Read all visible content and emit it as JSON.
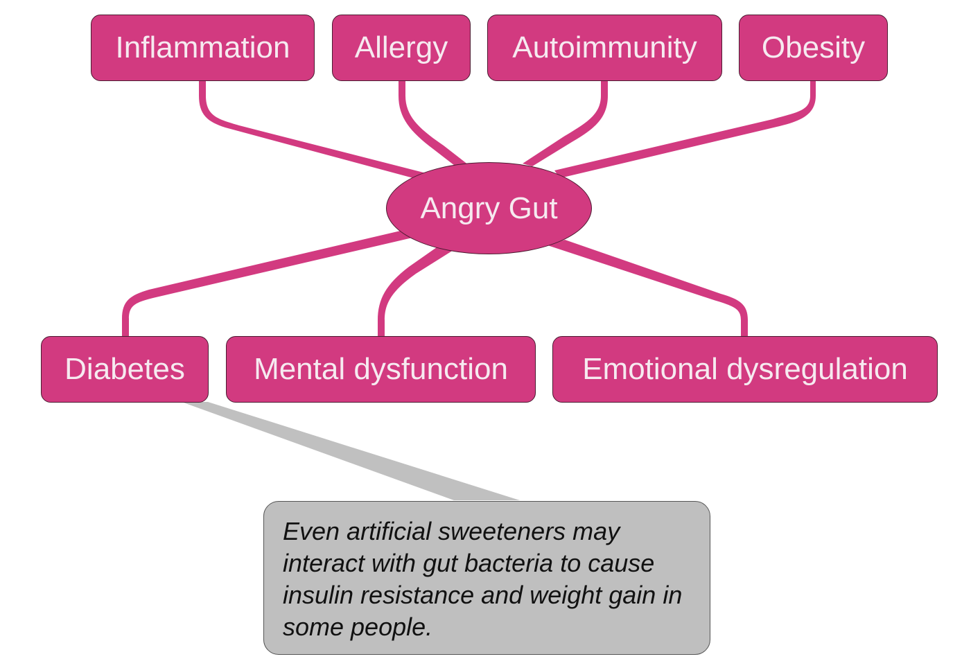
{
  "diagram": {
    "center": {
      "label": "Angry Gut"
    },
    "top_nodes": [
      {
        "label": "Inflammation"
      },
      {
        "label": "Allergy"
      },
      {
        "label": "Autoimmunity"
      },
      {
        "label": "Obesity"
      }
    ],
    "bottom_nodes": [
      {
        "label": "Diabetes"
      },
      {
        "label": "Mental dysfunction"
      },
      {
        "label": "Emotional dysregulation"
      }
    ],
    "callout": {
      "text": "Even artificial sweeteners may interact with gut bacteria to cause insulin resistance and weight gain in some people.",
      "attached_to": "Diabetes"
    },
    "colors": {
      "node_fill": "#d23a80",
      "connector": "#d23a80",
      "node_text": "#f6eaf0",
      "callout_fill": "#bfbfbf",
      "callout_pointer": "#c0c0c0"
    }
  }
}
